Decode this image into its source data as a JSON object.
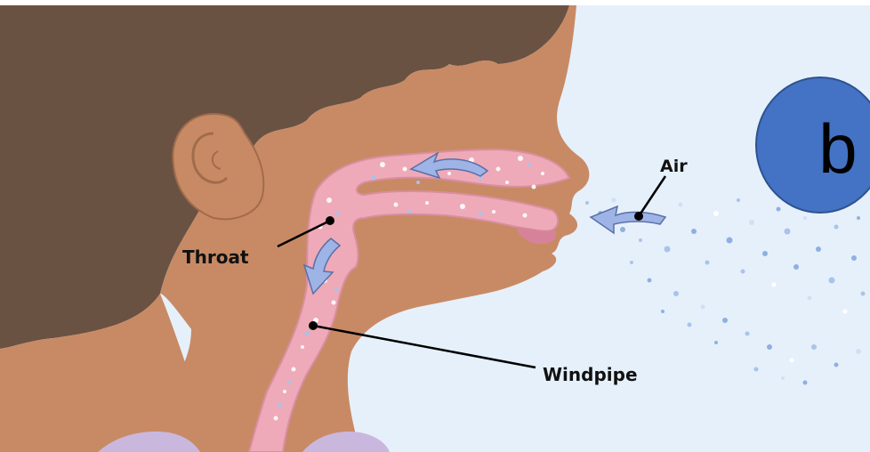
{
  "labels": {
    "air": "Air",
    "throat": "Throat",
    "windpipe": "Windpipe"
  },
  "badge": {
    "letter": "b",
    "color": "#4472c4"
  },
  "colors": {
    "background": "#e6f0fb",
    "skin": "#c88a64",
    "hair": "#6a5243",
    "airway": "#eeaab8",
    "lungs": "#c9b7de",
    "arrow": "#9fb4e6",
    "droplets": "#8fb0e0"
  },
  "icons": [
    "airflow-arrow-icon"
  ]
}
